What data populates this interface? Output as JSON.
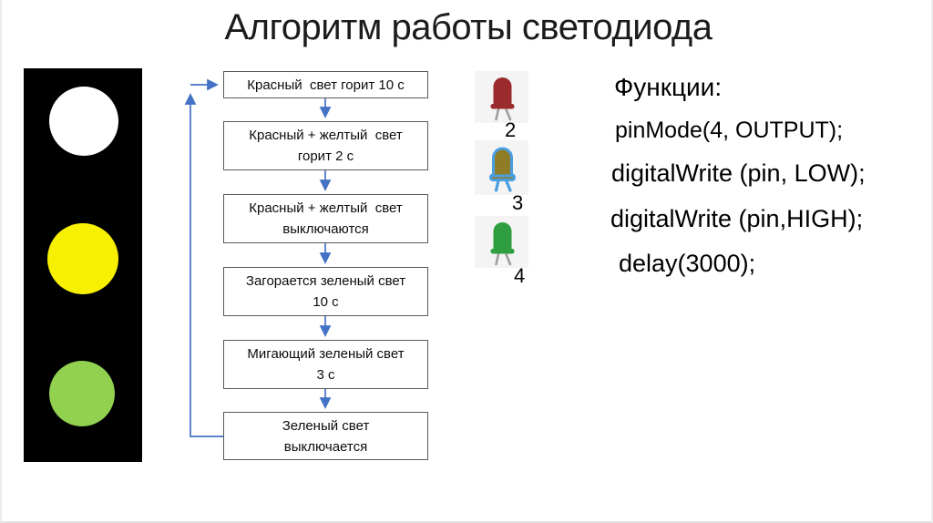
{
  "title": "Алгоритм работы светодиода",
  "traffic_light": {
    "body_color": "#000000",
    "lights": [
      {
        "name": "top-light",
        "color": "#ffffff"
      },
      {
        "name": "middle-light",
        "color": "#f8f002"
      },
      {
        "name": "bottom-light",
        "color": "#92d050"
      }
    ]
  },
  "flowchart": {
    "arrow_color": "#4472c4",
    "border_color": "#595959",
    "boxes": [
      {
        "lines": [
          "Красный  свет горит 10 с"
        ]
      },
      {
        "lines": [
          "Красный + желтый  свет",
          "горит 2 с"
        ]
      },
      {
        "lines": [
          "Красный + желтый  свет",
          "выключаются"
        ]
      },
      {
        "lines": [
          "Загорается зеленый свет",
          "10 с"
        ]
      },
      {
        "lines": [
          "Мигающий зеленый свет",
          "3 с"
        ]
      },
      {
        "lines": [
          "Зеленый свет",
          "выключается"
        ]
      }
    ]
  },
  "leds": [
    {
      "number": "2",
      "color_name": "red",
      "body_color": "#9b2a2f"
    },
    {
      "number": "3",
      "color_name": "yellow",
      "body_color": "#8e7c27",
      "highlight_color": "#4a9fe3"
    },
    {
      "number": "4",
      "color_name": "green",
      "body_color": "#2e9e41"
    }
  ],
  "functions": {
    "heading": "Функции:",
    "lines": [
      "pinMode(4, OUTPUT);",
      "digitalWrite (pin, LOW);",
      "digitalWrite (pin,HIGH);",
      "delay(3000);"
    ]
  }
}
